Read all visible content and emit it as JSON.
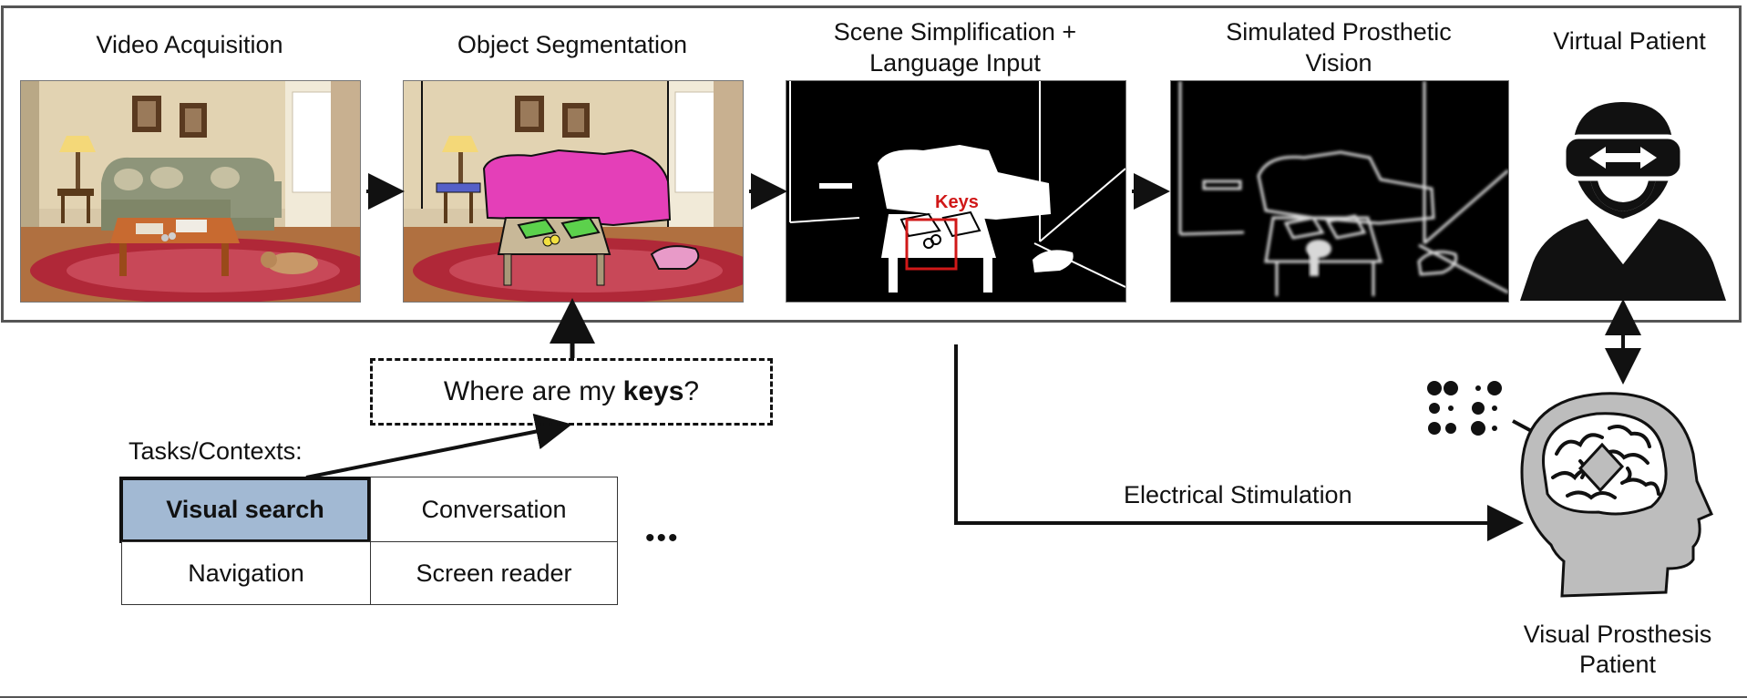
{
  "stages": [
    {
      "title": "Video Acquisition"
    },
    {
      "title": "Object Segmentation"
    },
    {
      "title_line1": "Scene Simplification +",
      "title_line2": "Language Input"
    },
    {
      "title_line1": "Simulated Prosthetic",
      "title_line2": "Vision"
    },
    {
      "title": "Virtual Patient"
    }
  ],
  "highlight_label": "Keys",
  "query": {
    "prefix": "Where are my ",
    "keyword": "keys",
    "suffix": "?"
  },
  "tasks": {
    "label": "Tasks/Contexts:",
    "cells": [
      {
        "label": "Visual search",
        "selected": true
      },
      {
        "label": "Conversation",
        "selected": false
      },
      {
        "label": "Navigation",
        "selected": false
      },
      {
        "label": "Screen reader",
        "selected": false
      }
    ],
    "more": "•••"
  },
  "stimulation_label": "Electrical Stimulation",
  "patient": {
    "line1": "Visual Prosthesis",
    "line2": "Patient"
  },
  "colors": {
    "segment_magenta": "#e43fb8",
    "segment_green": "#5cd14c",
    "highlight_red": "#d01818",
    "table_active": "#a2b9d3"
  }
}
